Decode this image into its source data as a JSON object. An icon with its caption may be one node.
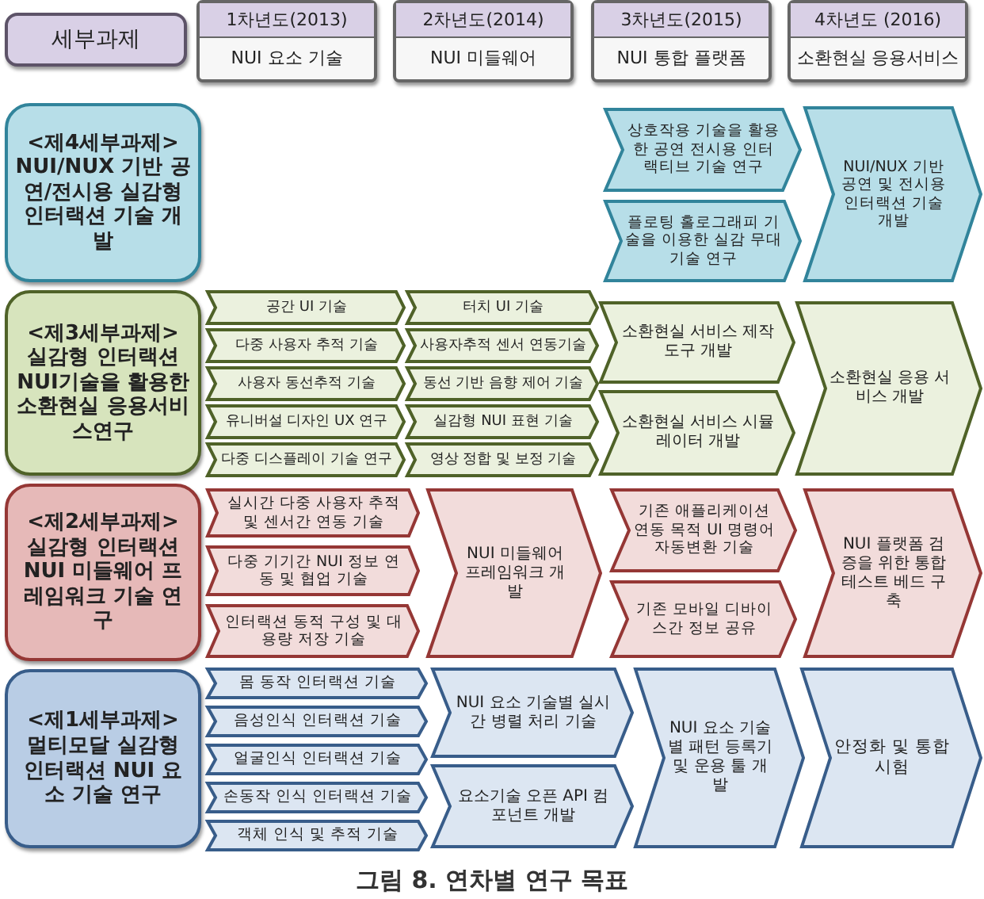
{
  "diagram": {
    "caption": "그림 8. 연차별 연구 목표",
    "nodes": [
      {
        "text": [
          "세부과제"
        ]
      },
      {
        "text": [
          "1차년도(2013)",
          "NUI 요소 기술"
        ]
      },
      {
        "text": [
          "2차년도(2014)",
          "NUI 미들웨어"
        ]
      },
      {
        "text": [
          "3차년도(2015)",
          "NUI 통합 플랫폼"
        ]
      },
      {
        "text": [
          "4차년도 (2016)",
          "소환현실 응용서비스"
        ]
      },
      {
        "text": [
          "<제4세부과제>",
          "NUI/NUX 기반 공연/전시용 실감형 인터랙션 기술 개발"
        ]
      },
      {
        "text": [
          "상호작용 기술을 활용한 공연 전시용 인터랙티브 기술 연구"
        ]
      },
      {
        "text": [
          "플로팅 홀로그래피 기술을 이용한 실감 무대 기술 연구"
        ]
      },
      {
        "text": [
          "NUI/NUX 기반 공연 및 전시용 인터랙션 기술 개발"
        ]
      },
      {
        "text": [
          "<제3세부과제>",
          "실감형 인터랙션 NUI기술을 활용한 소환현실 응용서비스연구"
        ]
      },
      {
        "text": [
          "공간 UI 기술"
        ]
      },
      {
        "text": [
          "터치 UI 기술"
        ]
      },
      {
        "text": [
          "다중 사용자 추적 기술"
        ]
      },
      {
        "text": [
          "사용자추적 센서 연동기술"
        ]
      },
      {
        "text": [
          "사용자 동선추적 기술"
        ]
      },
      {
        "text": [
          "동선 기반 음향 제어 기술"
        ]
      },
      {
        "text": [
          "유니버설 디자인 UX 연구"
        ]
      },
      {
        "text": [
          "실감형 NUI 표현 기술"
        ]
      },
      {
        "text": [
          "다중 디스플레이 기술 연구"
        ]
      },
      {
        "text": [
          "영상 정합 및 보정 기술"
        ]
      },
      {
        "text": [
          "소환현실 서비스 제작도구 개발"
        ]
      },
      {
        "text": [
          "소환현실 서비스 시뮬레이터 개발"
        ]
      },
      {
        "text": [
          "소환현실 응용 서비스 개발"
        ]
      },
      {
        "text": [
          "<제2세부과제>",
          "실감형 인터랙션 NUI 미들웨어 프레임워크 기술 연구"
        ]
      },
      {
        "text": [
          "실시간 다중 사용자 추적 및 센서간 연동 기술"
        ]
      },
      {
        "text": [
          "다중 기기간 NUI 정보 연동 및 협업 기술"
        ]
      },
      {
        "text": [
          "인터랙션 동적 구성 및 대용량 저장 기술"
        ]
      },
      {
        "text": [
          "NUI 미들웨어 프레임워크 개발"
        ]
      },
      {
        "text": [
          "기존 애플리케이션 연동 목적 UI 명령어 자동변환 기술"
        ]
      },
      {
        "text": [
          "기존 모바일 디바이스간 정보 공유"
        ]
      },
      {
        "text": [
          "NUI 플랫폼 검증을 위한 통합 테스트 베드 구축"
        ]
      },
      {
        "text": [
          "<제1세부과제>",
          "멀티모달 실감형 인터랙션 NUI 요소 기술 연구"
        ]
      },
      {
        "text": [
          "몸 동작 인터랙션 기술"
        ]
      },
      {
        "text": [
          "음성인식 인터랙션 기술"
        ]
      },
      {
        "text": [
          "얼굴인식 인터랙션 기술"
        ]
      },
      {
        "text": [
          "손동작 인식 인터랙션 기술"
        ]
      },
      {
        "text": [
          "객체 인식 및 추적 기술"
        ]
      },
      {
        "text": [
          "NUI 요소 기술별 실시간 병렬 처리 기술"
        ]
      },
      {
        "text": [
          "요소기술 오픈 API 컴포넌트 개발"
        ]
      },
      {
        "text": [
          "NUI 요소 기술별 패턴 등록기 및 운용 툴 개발"
        ]
      },
      {
        "text": [
          "안정화 및 통합시험"
        ]
      }
    ]
  }
}
